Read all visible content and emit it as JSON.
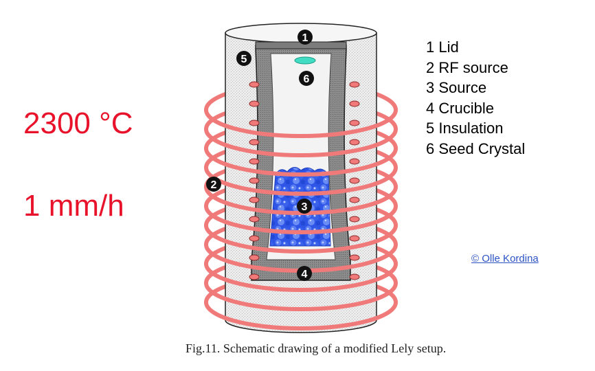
{
  "process": {
    "temperature": "2300 °C",
    "growth_rate": "1 mm/h"
  },
  "markers": [
    "1",
    "2",
    "3",
    "4",
    "5",
    "6"
  ],
  "legend": [
    "1 Lid",
    "2 RF source",
    "3 Source",
    "4 Crucible",
    "5 Insulation",
    "6 Seed Crystal"
  ],
  "credit": "© Olle Kordina",
  "caption": "Fig.11. Schematic drawing of a modified Lely setup.",
  "colors": {
    "accent_red": "#e8122b",
    "coil": "#f07a7a",
    "insulation": "#e4e4e4",
    "crucible": "#8a8a8a",
    "source_blue": "#2f55e6",
    "seed_crystal": "#42dcc4",
    "link": "#2c53c4"
  }
}
